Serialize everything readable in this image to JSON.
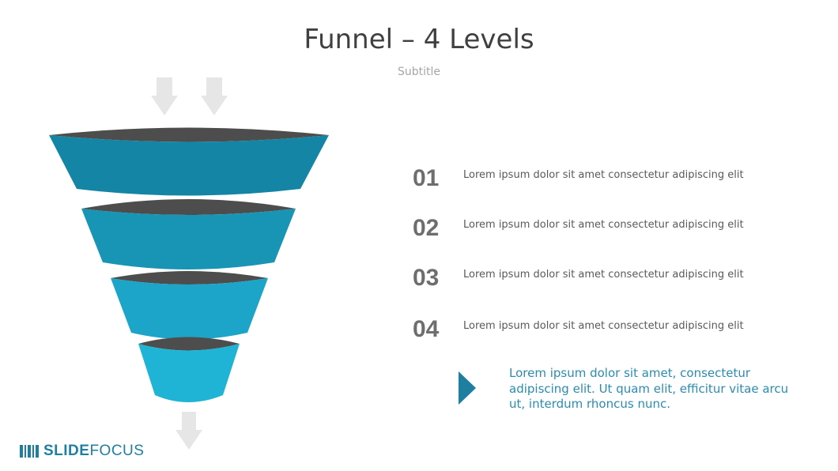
{
  "slide": {
    "title": "Funnel – 4 Levels",
    "subtitle": "Subtitle"
  },
  "levels": [
    {
      "number": "01",
      "text": "Lorem ipsum dolor sit amet consectetur adipiscing elit"
    },
    {
      "number": "02",
      "text": "Lorem ipsum dolor sit amet consectetur adipiscing elit"
    },
    {
      "number": "03",
      "text": "Lorem ipsum dolor sit amet consectetur adipiscing elit"
    },
    {
      "number": "04",
      "text": "Lorem ipsum dolor sit amet consectetur adipiscing elit"
    }
  ],
  "callout": {
    "text": "Lorem ipsum dolor sit amet, consectetur adipiscing elit. Ut quam elit, efficitur vitae arcu ut, interdum rhoncus nunc."
  },
  "logo": {
    "bold": "SLIDE",
    "light": "FOCUS"
  },
  "colors": {
    "level1": "#1585a6",
    "level2": "#1894b5",
    "level3": "#1ca5c9",
    "level4": "#1fb3d6",
    "rim": "#4d4d4d",
    "arrow": "#e6e6e6",
    "accent": "#1e7fa0"
  }
}
